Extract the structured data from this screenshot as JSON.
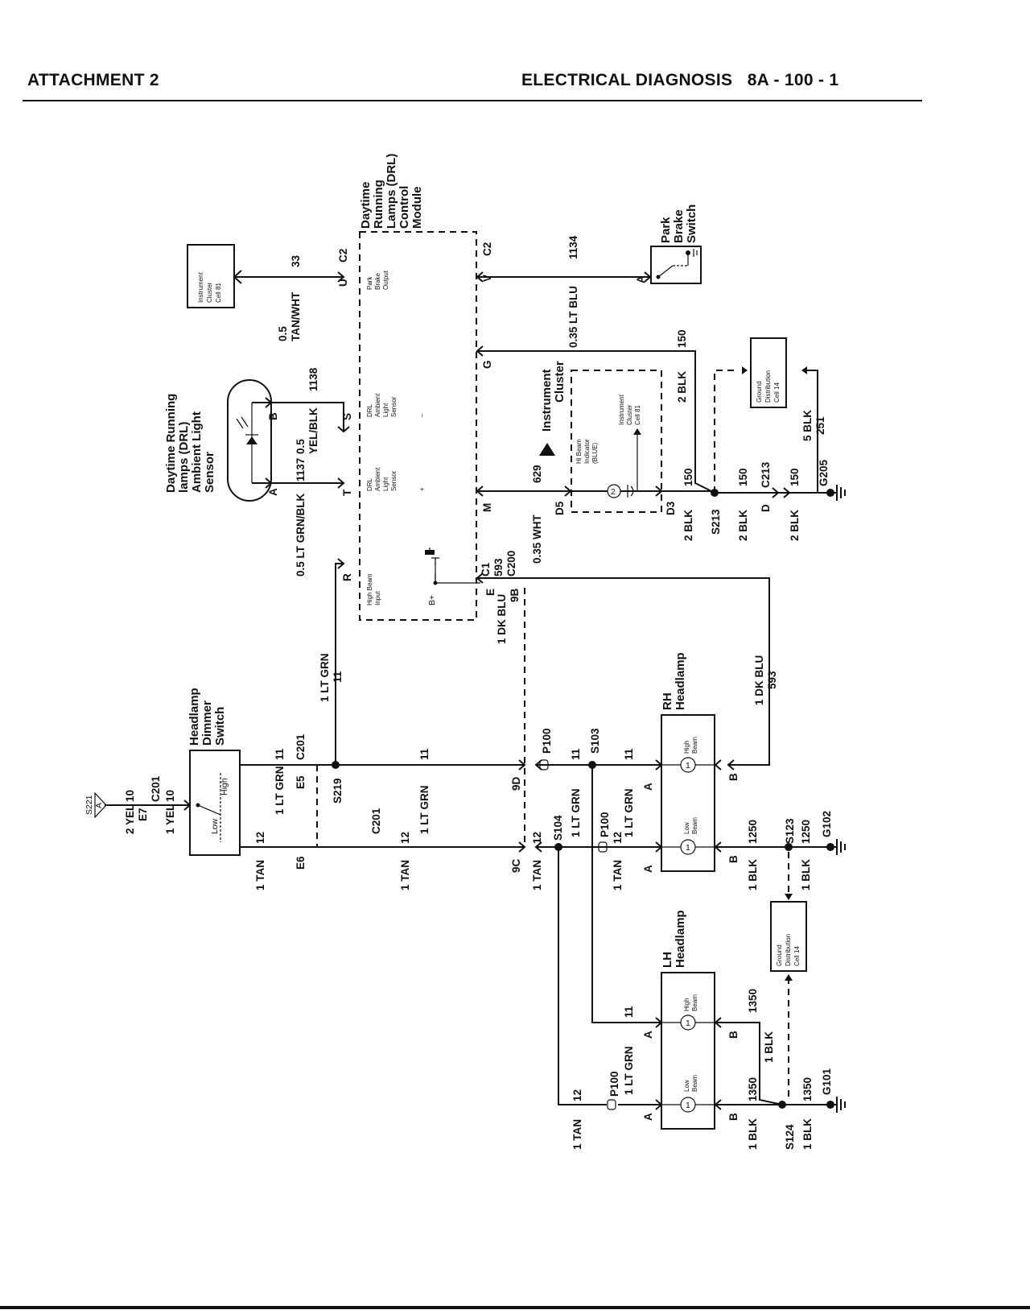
{
  "header": {
    "left": "ATTACHMENT 2",
    "title": "ELECTRICAL DIAGNOSIS",
    "page": "8A - 100 - 1"
  },
  "components": {
    "drl_module": [
      "Daytime",
      "Running",
      "Lamps (DRL)",
      "Control",
      "Module"
    ],
    "park_brake_switch": [
      "Park",
      "Brake",
      "Switch"
    ],
    "ambient_sensor": [
      "Daytime Running",
      "lamps (DRL)",
      "Ambient Light",
      "Sensor"
    ],
    "instrument_cluster": [
      "Instrument",
      "Cluster"
    ],
    "hi_beam_indicator": [
      "Hi Beam",
      "Indicator",
      "(BLUE)"
    ],
    "headlamp_dimmer": [
      "Headlamp",
      "Dimmer",
      "Switch"
    ],
    "rh_headlamp": [
      "RH",
      "Headlamp"
    ],
    "lh_headlamp": [
      "LH",
      "Headlamp"
    ],
    "ref_cluster_box": [
      "Instrument",
      "Cluster",
      "Cell 81"
    ],
    "ref_cluster_inline": [
      "Instrument",
      "Cluster",
      "Cell 81"
    ],
    "ground_dist": [
      "Ground",
      "Distribution",
      "Cell 14"
    ],
    "drl_park_output": [
      "Park",
      "Brake",
      "Output"
    ],
    "drl_sensor_minus": [
      "DRL",
      "Ambient",
      "Light",
      "Sensor",
      "–"
    ],
    "drl_sensor_plus": [
      "DRL",
      "Ambient",
      "Light",
      "Sensor",
      "+"
    ],
    "drl_high_beam_input": [
      "High Beam",
      "Input"
    ],
    "b_plus": "B+",
    "high": "High",
    "low": "Low",
    "high_beam": [
      "High",
      "Beam"
    ],
    "low_beam": [
      "Low",
      "Beam"
    ],
    "bulb": "1",
    "bulb_small": "2"
  },
  "wire_labels": {
    "tan_wht": [
      "0.5",
      "TAN/WHT",
      "33"
    ],
    "lt_blu": [
      "0.35 LT BLU",
      "1134"
    ],
    "blk150_top": [
      "2 BLK",
      "150"
    ],
    "yel_blk": [
      "0.5",
      "YEL/BLK",
      "1138"
    ],
    "c1137": "1137",
    "lt_grn_blk": "0.5 LT GRN/BLK",
    "wht629": [
      "0.35 WHT",
      "629"
    ],
    "c1_593": [
      "C1",
      "593",
      "C200"
    ],
    "dk_blu_9b": [
      "1 DK BLU",
      "9B"
    ],
    "lt_grn_11": [
      "1 LT GRN",
      "11"
    ],
    "dk_blu_593": [
      "1 DK BLU",
      "593"
    ],
    "blk150_s213": [
      "2 BLK",
      "150"
    ],
    "blk150_c213": [
      "2 BLK",
      "150"
    ],
    "blk150_g205": [
      "2 BLK",
      "150"
    ],
    "blk5_251": [
      "5 BLK",
      "251"
    ],
    "yel2": "2 YEL",
    "yel1": "1 YEL",
    "n10": "10",
    "n11": "11",
    "n12": "12",
    "lt_grn1": "1 LT GRN",
    "tan1": "1 TAN",
    "blk1": "1 BLK",
    "n1250": "1250",
    "n1350": "1350"
  },
  "pins": {
    "U": "U",
    "C2": "C2",
    "V": "V",
    "G": "G",
    "S": "S",
    "B": "B",
    "T": "T",
    "A": "A",
    "M": "M",
    "D5": "D5",
    "D3": "D3",
    "D": "D",
    "R": "R",
    "E": "E",
    "E5": "E5",
    "E6": "E6",
    "E7": "E7",
    "C201": "C201",
    "9D": "9D",
    "9C": "9C"
  },
  "splices": {
    "s221": "S221",
    "s219": "S219",
    "s213": "S213",
    "s103": "S103",
    "s104": "S104",
    "s123": "S123",
    "s124": "S124",
    "p100": "P100",
    "c213": "C213"
  },
  "grounds": {
    "g205": "G205",
    "g102": "G102",
    "g101": "G101"
  }
}
